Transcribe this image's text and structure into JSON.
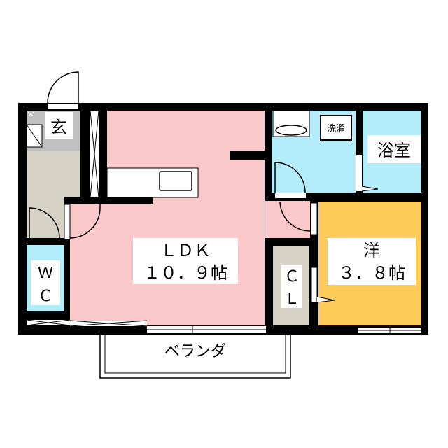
{
  "floorplan": {
    "rooms": {
      "genkan": {
        "label": "玄"
      },
      "ldk": {
        "label": "ＬＤＫ",
        "size": "１０．９帖"
      },
      "wc": {
        "label_line1": "Ｗ",
        "label_line2": "Ｃ"
      },
      "closet": {
        "label_line1": "Ｃ",
        "label_line2": "Ｌ"
      },
      "western": {
        "label": "洋",
        "size": "３．８帖"
      },
      "bath": {
        "label": "浴室"
      },
      "laundry": {
        "label": "洗濯"
      },
      "balcony": {
        "label": "ベランダ"
      }
    },
    "colors": {
      "ldk": "#fac8c8",
      "western": "#fccb5a",
      "water": "#b3ecfa",
      "storage": "#d6d3c6",
      "genkan": "#c0c0c0",
      "wall": "#000000"
    }
  }
}
